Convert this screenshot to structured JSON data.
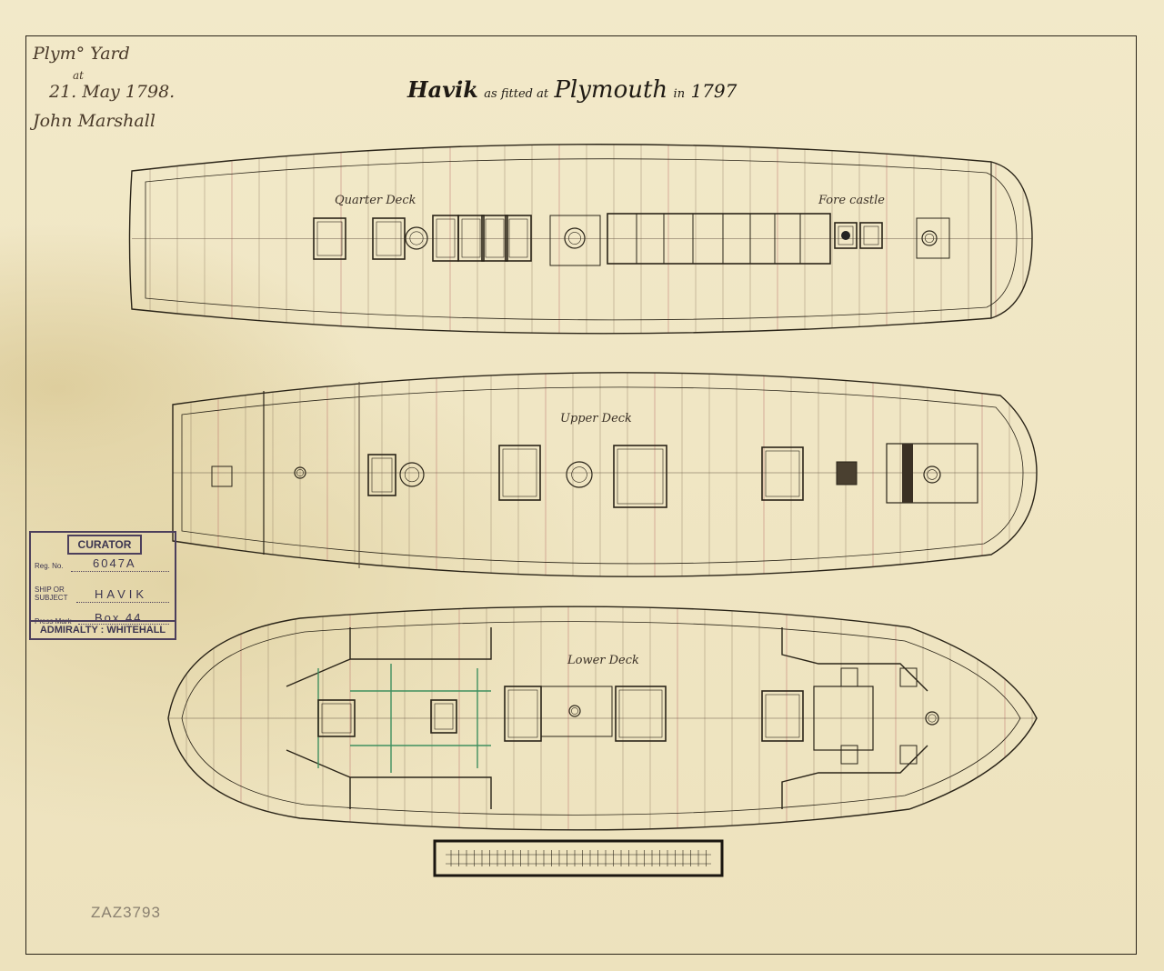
{
  "inscription": {
    "line1": "Plym° Yard",
    "line2": "at",
    "line3": "21. May 1798.",
    "line4": "John Marshall"
  },
  "title": {
    "ship": "Havik",
    "middle": "as fitted at",
    "place": "Plymouth",
    "year_prefix": "in",
    "year": "1797"
  },
  "decks": {
    "quarter_deck": "Quarter Deck",
    "fore_castle": "Fore castle",
    "upper_deck": "Upper Deck",
    "lower_deck": "Lower Deck"
  },
  "stamp": {
    "heading": "CURATOR",
    "reg_label": "Reg. No.",
    "reg_value": "6047A",
    "ship_label_1": "SHIP OR",
    "ship_label_2": "SUBJECT",
    "ship_value": "HAVIK",
    "press_label": "Press Mark",
    "press_value": "Box 44",
    "footer": "ADMIRALTY : WHITEHALL"
  },
  "reference_number": "ZAZ3793",
  "colors": {
    "ink": "#2a2418",
    "red_line": "#b05a5a",
    "green_line": "#3f8f5f",
    "stamp": "#4c3f5c"
  }
}
